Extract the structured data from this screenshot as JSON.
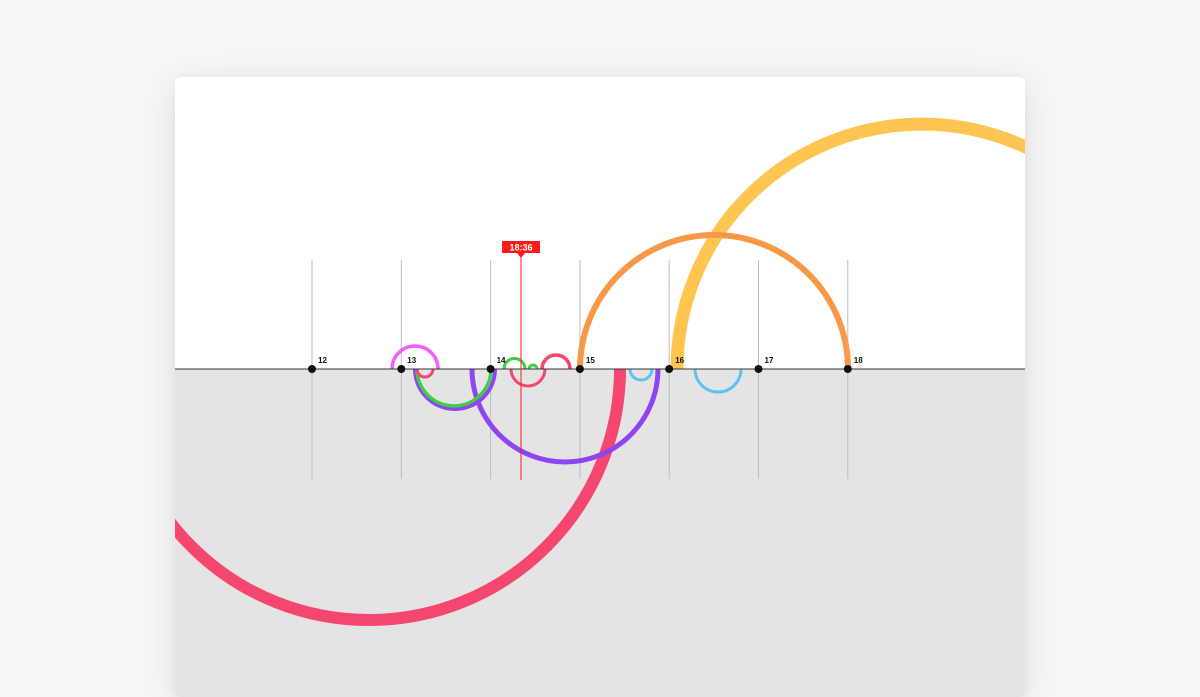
{
  "timeline": {
    "ticks": [
      {
        "label": "12",
        "value": 12
      },
      {
        "label": "13",
        "value": 13
      },
      {
        "label": "14",
        "value": 14
      },
      {
        "label": "15",
        "value": 15
      },
      {
        "label": "16",
        "value": 16
      },
      {
        "label": "17",
        "value": 17
      },
      {
        "label": "18",
        "value": 18
      }
    ],
    "current_time": {
      "label": "18:36",
      "color": "#ff1a1a"
    }
  },
  "colors": {
    "axis": "#333333",
    "gridline": "#bdbdbd",
    "node": "#111111",
    "lower_band": "#e5e4e5",
    "yellow": "#fec650",
    "orange": "#f99846",
    "red": "#f5466e",
    "purple": "#8f44f1",
    "green": "#3fcd44",
    "magenta": "#f35ef3",
    "cyan": "#5bc4f5"
  }
}
